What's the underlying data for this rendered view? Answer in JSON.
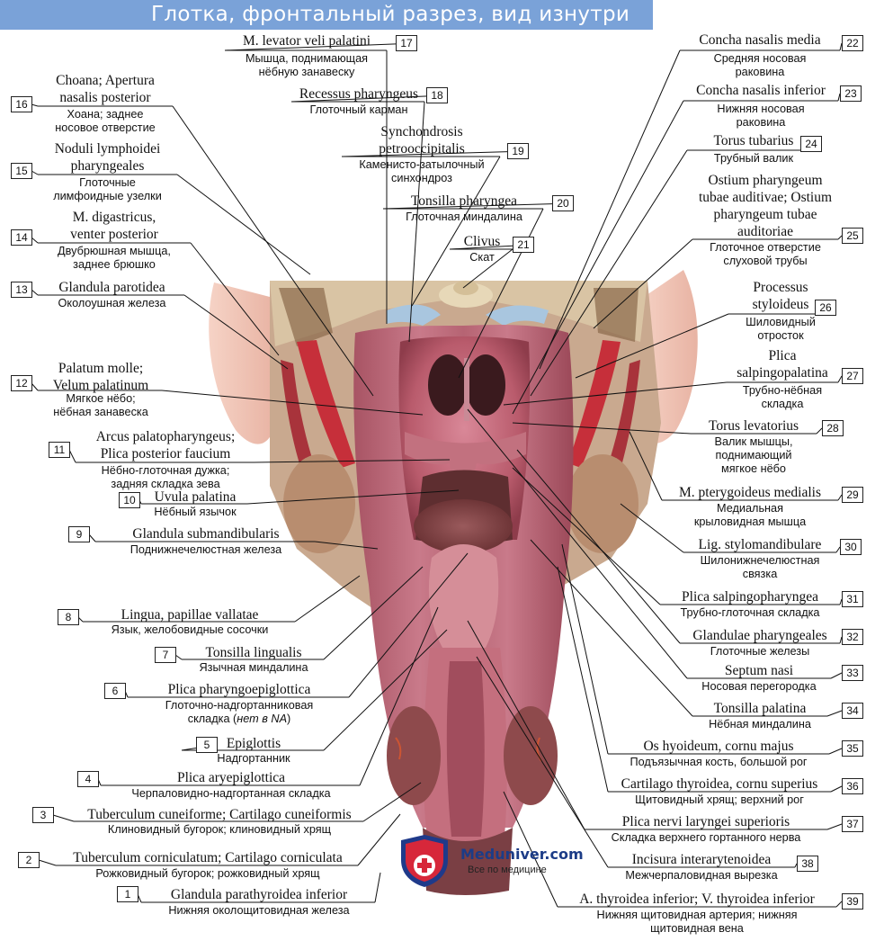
{
  "title": "Глотка, фронтальный разрез, вид изнутри",
  "logo": {
    "name": "Meduniver.com",
    "tagline": "Все по медицине"
  },
  "labels": [
    {
      "num": "1",
      "lat": "Glandula parathyroidea inferior",
      "rus": "Нижняя околощитовидная железа"
    },
    {
      "num": "2",
      "lat": "Tuberculum corniculatum; Cartilago corniculata",
      "rus": "Рожковидный бугорок; рожковидный хрящ"
    },
    {
      "num": "3",
      "lat": "Tuberculum cuneiforme; Cartilago cuneiformis",
      "rus": "Клиновидный бугорок; клиновидный хрящ"
    },
    {
      "num": "4",
      "lat": "Plica aryepiglottica",
      "rus": "Черпаловидно-надгортанная складка"
    },
    {
      "num": "5",
      "lat": "Epiglottis",
      "rus": "Надгортанник"
    },
    {
      "num": "6",
      "lat": "Plica pharyngoepiglottica",
      "rus_pre": "Глоточно-надгортанниковая\nскладка (",
      "rus_it": "нет в NA",
      "rus_post": ")"
    },
    {
      "num": "7",
      "lat": "Tonsilla lingualis",
      "rus": "Язычная миндалина"
    },
    {
      "num": "8",
      "lat": "Lingua, papillae vallatae",
      "rus": "Язык, желобовидные сосочки"
    },
    {
      "num": "9",
      "lat": "Glandula submandibularis",
      "rus": "Поднижнечелюстная железа"
    },
    {
      "num": "10",
      "lat": "Uvula palatina",
      "rus": "Нёбный язычок"
    },
    {
      "num": "11",
      "lat": "Arcus palatopharyngeus;\nPlica posterior faucium",
      "rus": "Нёбно-глоточная дужка;\nзадняя складка зева"
    },
    {
      "num": "12",
      "lat": "Palatum molle;\nVelum palatinum",
      "rus": "Мягкое нёбо;\nнёбная занавеска"
    },
    {
      "num": "13",
      "lat": "Glandula parotidea",
      "rus": "Околоушная железа"
    },
    {
      "num": "14",
      "lat": "M. digastricus,\nventer posterior",
      "rus": "Двубрюшная мышца,\nзаднее брюшко"
    },
    {
      "num": "15",
      "lat": "Noduli lymphoidei\npharyngeales",
      "rus": "Глоточные\nлимфоидные узелки"
    },
    {
      "num": "16",
      "lat": "Choana; Apertura\nnasalis posterior",
      "rus": "Хоана; заднее\nносовое отверстие"
    },
    {
      "num": "17",
      "lat": "M. levator veli palatini",
      "rus": "Мышца, поднимающая\nнёбную занавеску"
    },
    {
      "num": "18",
      "lat": "Recessus pharyngeus",
      "rus": "Глоточный карман"
    },
    {
      "num": "19",
      "lat": "Synchondrosis\npetrooccipitalis",
      "rus": "Каменисто-затылочный\nсинхондроз"
    },
    {
      "num": "20",
      "lat": "Tonsilla pharyngea",
      "rus": "Глоточная миндалина"
    },
    {
      "num": "21",
      "lat": "Clivus",
      "rus": "Скат"
    },
    {
      "num": "22",
      "lat": "Concha nasalis media",
      "rus": "Средняя носовая\nраковина"
    },
    {
      "num": "23",
      "lat": "Concha nasalis inferior",
      "rus": "Нижняя носовая\nраковина"
    },
    {
      "num": "24",
      "lat": "Torus tubarius",
      "rus": "Трубный валик"
    },
    {
      "num": "25",
      "lat": "Ostium pharyngeum\ntubae auditivae; Ostium\npharyngeum tubae\nauditoriae",
      "rus": "Глоточное отверстие\nслуховой трубы"
    },
    {
      "num": "26",
      "lat": "Processus\nstyloideus",
      "rus": "Шиловидный\nотросток"
    },
    {
      "num": "27",
      "lat": "Plica\nsalpingopalatina",
      "rus": "Трубно-нёбная\nскладка"
    },
    {
      "num": "28",
      "lat": "Torus levatorius",
      "rus": "Валик мышцы,\nподнимающий\nмягкое нёбо"
    },
    {
      "num": "29",
      "lat": "M. pterygoideus medialis",
      "rus": "Медиальная\nкрыловидная мышца"
    },
    {
      "num": "30",
      "lat": "Lig. stylomandibulare",
      "rus": "Шилонижнечелюстная\nсвязка"
    },
    {
      "num": "31",
      "lat": "Plica salpingopharyngea",
      "rus": "Трубно-глоточная складка"
    },
    {
      "num": "32",
      "lat": "Glandulae pharyngeales",
      "rus": "Глоточные железы"
    },
    {
      "num": "33",
      "lat": "Septum nasi",
      "rus": "Носовая перегородка"
    },
    {
      "num": "34",
      "lat": "Tonsilla palatina",
      "rus": "Нёбная миндалина"
    },
    {
      "num": "35",
      "lat": "Os hyoideum, cornu majus",
      "rus": "Подъязычная кость, большой рог"
    },
    {
      "num": "36",
      "lat": "Cartilago thyroidea, cornu superius",
      "rus": "Щитовидный хрящ; верхний рог"
    },
    {
      "num": "37",
      "lat": "Plica nervi laryngei superioris",
      "rus": "Складка верхнего гортанного нерва"
    },
    {
      "num": "38",
      "lat": "Incisura interarytenoidea",
      "rus": "Межчерпаловидная вырезка"
    },
    {
      "num": "39",
      "lat": "A. thyroidea inferior; V. thyroidea inferior",
      "rus": "Нижняя щитовидная артерия; нижняя\nщитовидная вена"
    }
  ]
}
